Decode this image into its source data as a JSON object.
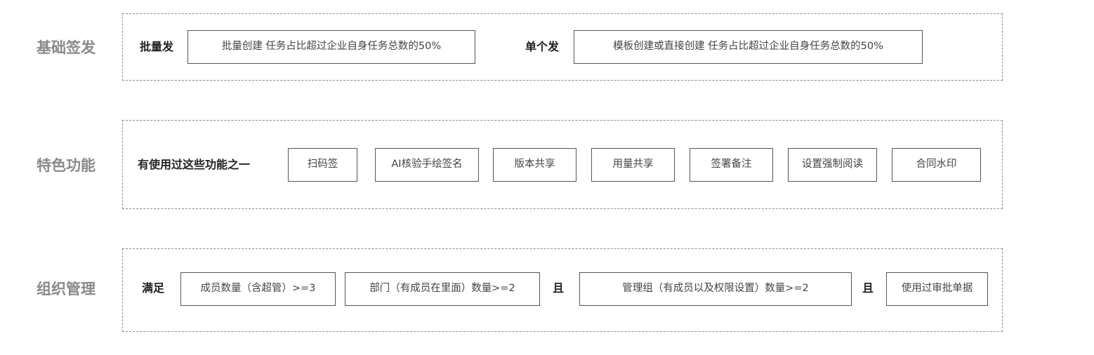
{
  "rows": [
    {
      "label": "基础签发",
      "batch_label": "批量发",
      "batch_condition": "批量创建 任务占比超过企业自身任务总数的50%",
      "single_label": "单个发",
      "single_condition": "模板创建或直接创建 任务占比超过企业自身任务总数的50%"
    },
    {
      "label": "特色功能",
      "lead_label": "有使用过这些功能之一",
      "features": [
        "扫码签",
        "AI核验手绘签名",
        "版本共享",
        "用量共享",
        "签署备注",
        "设置强制阅读",
        "合同水印"
      ]
    },
    {
      "label": "组织管理",
      "lead_label": "满足",
      "conditions": [
        "成员数量（含超管）>=3",
        "部门（有成员在里面）数量>=2",
        "管理组（有成员以及权限设置）数量>=2",
        "使用过审批单据"
      ],
      "connectors": [
        "且",
        "且"
      ]
    }
  ]
}
